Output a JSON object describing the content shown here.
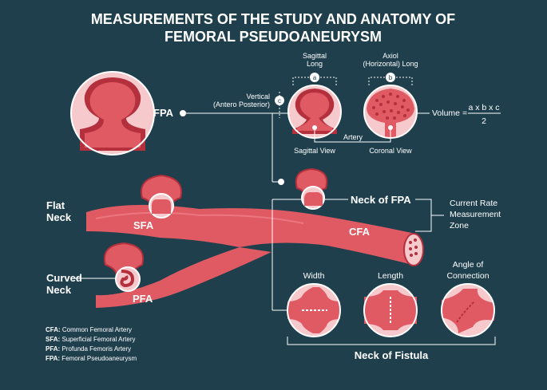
{
  "title": {
    "line1": "MEASUREMENTS OF THE STUDY AND ANATOMY OF",
    "line2": "FEMORAL PSEUDOANEURYSM"
  },
  "top": {
    "fpa": "FPA",
    "vertical_line1": "Vertical",
    "vertical_line2": "(Antero Posterior)",
    "marker_c": "c",
    "sagittal_long_line1": "Sagittal",
    "sagittal_long_line2": "Long",
    "marker_a": "a",
    "axiol_line1": "Axiol",
    "axiol_line2": "(Horizontal) Long",
    "marker_b": "b",
    "artery": "Artery",
    "sagittal_view": "Sagittal View",
    "coronal_view": "Coronal View",
    "volume_label": "Volume =",
    "volume_numerator": "a x b x c",
    "volume_denominator": "2"
  },
  "vessels": {
    "flat_neck_line1": "Flat",
    "flat_neck_line2": "Neck",
    "sfa": "SFA",
    "curved_neck_line1": "Curved",
    "curved_neck_line2": "Neck",
    "pfa": "PFA",
    "cfa": "CFA",
    "neck_of_fpa": "Neck of FPA",
    "zone_line1": "Current Rate",
    "zone_line2": "Measurement",
    "zone_line3": "Zone"
  },
  "fistula": {
    "width": "Width",
    "length": "Length",
    "angle_line1": "Angle of",
    "angle_line2": "Connection",
    "caption": "Neck of Fistula"
  },
  "legend": [
    {
      "abbr": "CFA:",
      "text": " Common Femoral Artery"
    },
    {
      "abbr": "SFA:",
      "text": " Superficial Femoral Artery"
    },
    {
      "abbr": "PFA:",
      "text": " Profunda Femoris Artery"
    },
    {
      "abbr": "FPA:",
      "text": " Femoral Pseudoaneurysm"
    }
  ],
  "colors": {
    "background": "#1f3f4d",
    "vessel_red": "#e05a63",
    "vessel_dark": "#b3303c",
    "pink_light": "#f6c9cc",
    "line_white": "#ffffff"
  }
}
